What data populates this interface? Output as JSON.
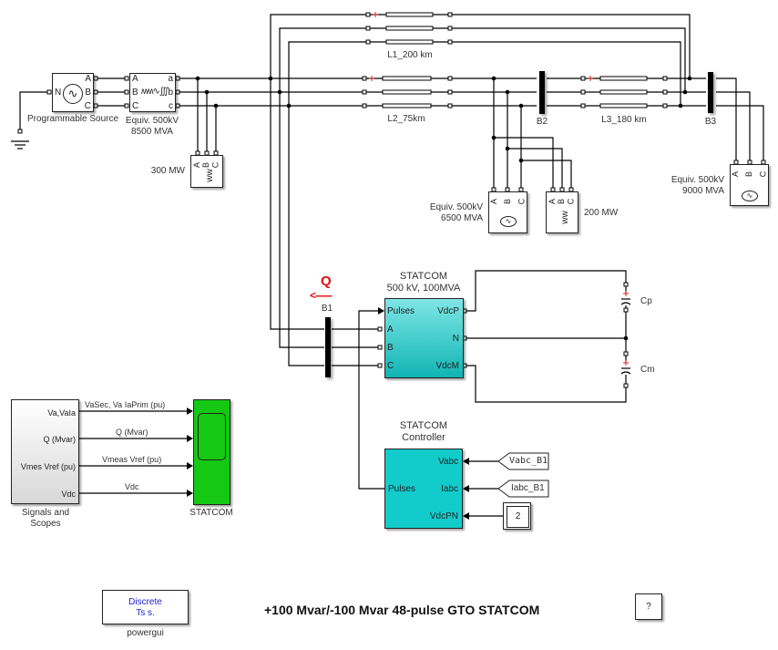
{
  "title": "+100 Mvar/-100 Mvar 48-pulse GTO  STATCOM",
  "colors": {
    "statcom_block": "#2ec8c8",
    "controller_block": "#12cccc",
    "scope_block": "#14c814",
    "q_indicator": "#e01010",
    "powergui_text": "#2020d0"
  },
  "source": {
    "label": "Programmable Source",
    "ports": [
      "A",
      "B",
      "C"
    ],
    "neutral": "N"
  },
  "equiv1": {
    "label_line1": "Equiv. 500kV",
    "label_line2": "8500 MVA",
    "in_ports": [
      "A",
      "B",
      "C"
    ],
    "out_ports": [
      "a",
      "b",
      "c"
    ]
  },
  "load300": {
    "label": "300 MW",
    "ports": [
      "A",
      "B",
      "C"
    ]
  },
  "lines": {
    "l1": "L1_200 km",
    "l2": "L2_75km",
    "l3": "L3_180 km"
  },
  "buses": {
    "b1": "B1",
    "b2": "B2",
    "b3": "B3"
  },
  "equiv2": {
    "label_line1": "Equiv. 500kV",
    "label_line2": "6500 MVA",
    "ports": [
      "A",
      "B",
      "C"
    ]
  },
  "load200": {
    "label": "200 MW",
    "ports": [
      "A",
      "B",
      "C"
    ]
  },
  "equiv3": {
    "label_line1": "Equiv. 500kV",
    "label_line2": "9000 MVA",
    "ports": [
      "A",
      "B",
      "C"
    ]
  },
  "q_indicator": {
    "label": "Q",
    "arrow": "<------"
  },
  "statcom": {
    "title_line1": "STATCOM",
    "title_line2": "500 kV, 100MVA",
    "in_ports": [
      "Pulses",
      "A",
      "B",
      "C"
    ],
    "out_ports": [
      "VdcP",
      "N",
      "VdcM"
    ]
  },
  "capacitors": {
    "cp": "Cp",
    "cm": "Cm"
  },
  "controller": {
    "title_line1": "STATCOM",
    "title_line2": "Controller",
    "in_ports": [
      "Vabc",
      "Iabc",
      "VdcPN"
    ],
    "out_port": "Pulses"
  },
  "from_tags": [
    "Vabc_B1",
    "Iabc_B1"
  ],
  "constant": "2",
  "signals": {
    "label_line1": "Signals and",
    "label_line2": "Scopes",
    "out_ports": [
      "Va,VaIa",
      "Q (Mvar)",
      "Vmes Vref (pu)",
      "Vdc"
    ],
    "wire_labels": [
      "VaSec, Va IaPrim (pu)",
      "Q (Mvar)",
      "Vmeas Vref (pu)",
      "Vdc"
    ]
  },
  "scope": {
    "label": "STATCOM"
  },
  "powergui": {
    "line1": "Discrete",
    "line2": "Ts s.",
    "label": "powergui"
  },
  "help_button": "?"
}
